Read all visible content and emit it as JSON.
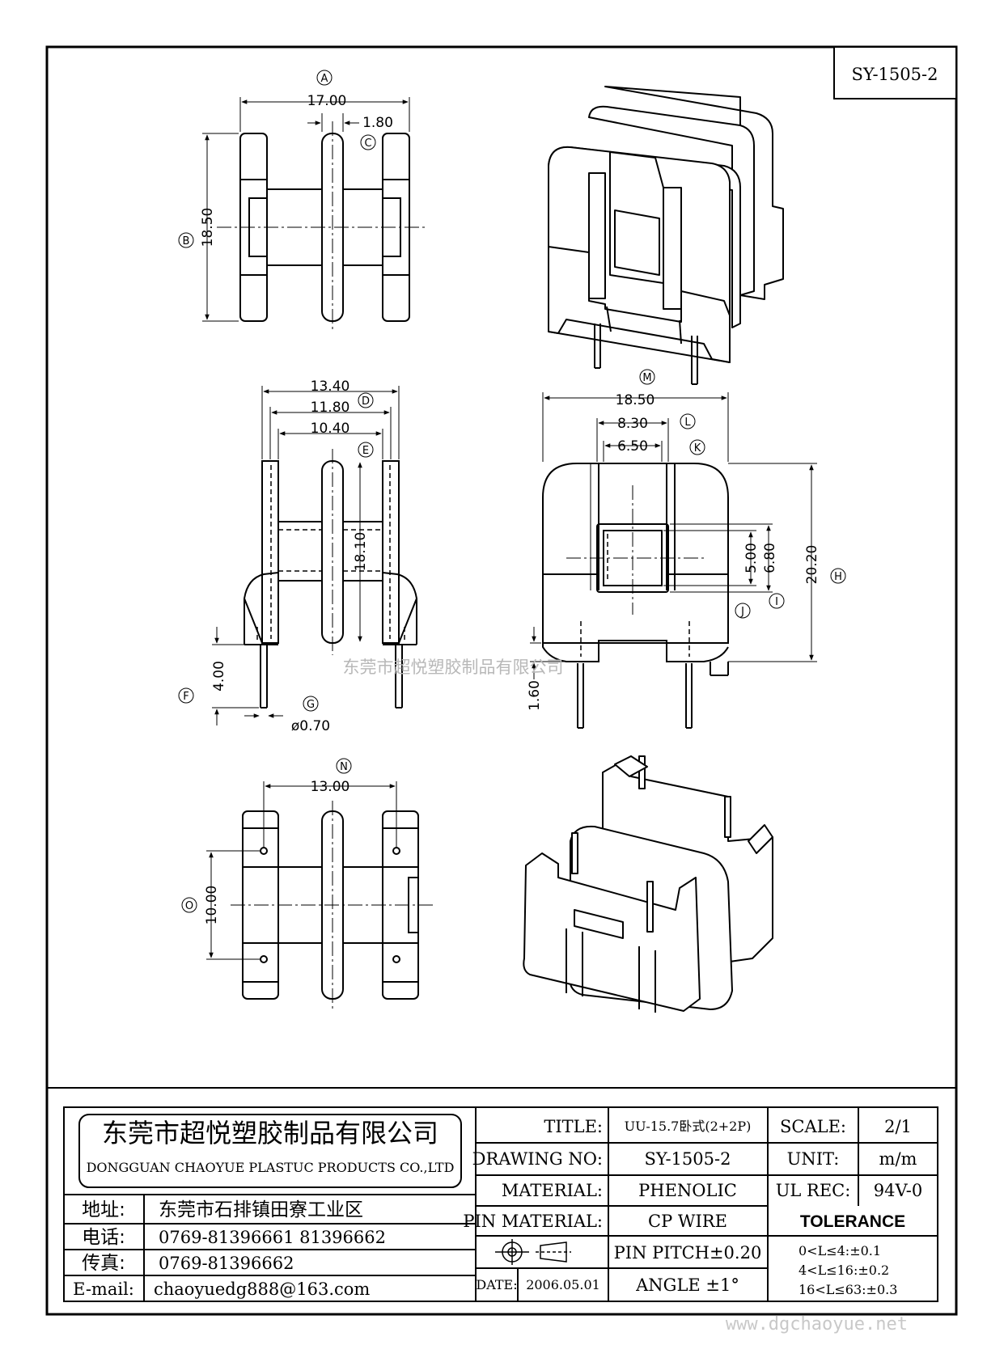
{
  "drawing_code": "SY-1505-2",
  "watermark": "东莞市超悦塑胶制品有限公司",
  "site": "www.dgchaoyue.net",
  "dimensions": {
    "top": {
      "a": "17.00",
      "b": "18.50",
      "c": "1.80"
    },
    "front": {
      "d": "13.40",
      "e": "11.80",
      "f": "10.40",
      "g": "18.10",
      "h": "4.00",
      "i": "ø0.70"
    },
    "side": {
      "m": "18.50",
      "l": "8.30",
      "k": "6.50",
      "j": "5.00",
      "i": "6.80",
      "h": "20.20",
      "pin": "1.60"
    },
    "bottom": {
      "n": "13.00",
      "o": "10.00"
    }
  },
  "callouts": [
    "A",
    "B",
    "C",
    "D",
    "E",
    "F",
    "G",
    "H",
    "I",
    "J",
    "K",
    "L",
    "M",
    "N",
    "O"
  ],
  "company": {
    "name_cn": "东莞市超悦塑胶制品有限公司",
    "name_en": "DONGGUAN CHAOYUE PLASTUC PRODUCTS CO.,LTD"
  },
  "contact": {
    "address_label": "地址:",
    "address": "东莞市石排镇田寮工业区",
    "phone_label": "电话:",
    "phone": "0769-81396661   81396662",
    "fax_label": "传真:",
    "fax": "0769-81396662",
    "email_label": "E-mail:",
    "email": "chaoyuedg888@163.com"
  },
  "title_block": {
    "title_label": "TITLE:",
    "title": "UU-15.7卧式(2+2P)",
    "drawing_no_label": "DRAWING NO:",
    "drawing_no": "SY-1505-2",
    "material_label": "MATERIAL:",
    "material": "PHENOLIC",
    "pin_material_label": "PIN MATERIAL:",
    "pin_material": "CP WIRE",
    "date_label": "DATE:",
    "date": "2006.05.01",
    "pin_pitch": "PIN PITCH±0.20",
    "angle": "ANGLE  ±1°",
    "scale_label": "SCALE:",
    "scale": "2/1",
    "unit_label": "UNIT:",
    "unit": "m/m",
    "ul_label": "UL REC:",
    "ul": "94V-0",
    "tolerance_label": "TOLERANCE",
    "tolerances": [
      "0<L≤4:±0.1",
      "4<L≤16:±0.2",
      "16<L≤63:±0.3"
    ]
  }
}
